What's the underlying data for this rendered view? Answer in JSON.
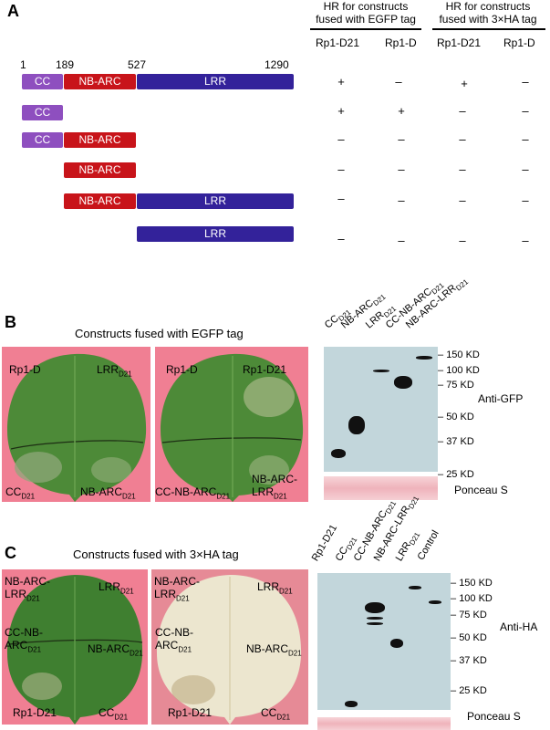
{
  "panelA": {
    "letter": "A",
    "header_egfp": "HR  for constructs fused with EGFP tag",
    "header_egfp_line1": "HR  for constructs",
    "header_egfp_line2": "fused with EGFP tag",
    "header_ha_line1": "HR  for constructs",
    "header_ha_line2": "fused with 3×HA tag",
    "columns": [
      "Rp1-D21",
      "Rp1-D",
      "Rp1-D21",
      "Rp1-D"
    ],
    "positions": [
      "1",
      "189",
      "527",
      "1290"
    ],
    "constructs": [
      {
        "domains": [
          "CC",
          "NB-ARC",
          "LRR"
        ],
        "results": [
          "+",
          "–",
          "+",
          "–"
        ]
      },
      {
        "domains": [
          "CC"
        ],
        "results": [
          "+",
          "+",
          "–",
          "–"
        ]
      },
      {
        "domains": [
          "CC",
          "NB-ARC"
        ],
        "results": [
          "–",
          "–",
          "–",
          "–"
        ]
      },
      {
        "domains": [
          "NB-ARC"
        ],
        "results": [
          "–",
          "–",
          "–",
          "–"
        ]
      },
      {
        "domains": [
          "NB-ARC",
          "LRR"
        ],
        "results": [
          "–",
          "–",
          "–",
          "–"
        ]
      },
      {
        "domains": [
          "LRR"
        ],
        "results": [
          "–",
          "–",
          "–",
          "–"
        ]
      }
    ]
  },
  "panelB": {
    "letter": "B",
    "title": "Constructs fused with EGFP tag",
    "leaf1": {
      "tl": "Rp1-D",
      "tr": "LRR",
      "tr_sub": "D21",
      "bl": "CC",
      "bl_sub": "D21",
      "br": "NB-ARC",
      "br_sub": "D21"
    },
    "leaf2": {
      "tl": "Rp1-D",
      "tr": "Rp1-D21",
      "bl": "CC-NB-ARC",
      "bl_sub": "D21",
      "br1": "NB-ARC-",
      "br2": "LRR",
      "br2_sub": "D21"
    },
    "lanes": [
      {
        "label": "CC",
        "sub": "D21"
      },
      {
        "label": "NB-ARC",
        "sub": "D21"
      },
      {
        "label": "LRR",
        "sub": "D21"
      },
      {
        "label": "CC-NB-ARC",
        "sub": "D21"
      },
      {
        "label": "NB-ARC-LRR",
        "sub": "D21"
      }
    ],
    "markers": [
      "150 KD",
      "100 KD",
      "75 KD",
      "50 KD",
      "37 KD",
      "25 KD"
    ],
    "antibody": "Anti-GFP",
    "loading": "Ponceau S"
  },
  "panelC": {
    "letter": "C",
    "title": "Constructs fused with 3×HA tag",
    "leaf1": {
      "tl1": "NB-ARC-",
      "tl2": "LRR",
      "tl2_sub": "D21",
      "tr": "LRR",
      "tr_sub": "D21",
      "ml1": "CC-NB-",
      "ml2": "ARC",
      "ml2_sub": "D21",
      "mr": "NB-ARC",
      "mr_sub": "D21",
      "bl": "Rp1-D21",
      "br": "CC",
      "br_sub": "D21"
    },
    "leaf2": {
      "tl1": "NB-ARC-",
      "tl2": "LRR",
      "tl2_sub": "D21",
      "tr": "LRR",
      "tr_sub": "D21",
      "ml1": "CC-NB-",
      "ml2": "ARC",
      "ml2_sub": "D21",
      "mr": "NB-ARC",
      "mr_sub": "D21",
      "bl": "Rp1-D21",
      "br": "CC",
      "br_sub": "D21"
    },
    "lanes": [
      {
        "label": "Rp1-D21",
        "sub": ""
      },
      {
        "label": "CC",
        "sub": "D21"
      },
      {
        "label": "CC-NB-ARC",
        "sub": "D21"
      },
      {
        "label": "NB-ARC-LRR",
        "sub": "D21"
      },
      {
        "label": "LRR",
        "sub": "D21"
      },
      {
        "label": "Control",
        "sub": ""
      }
    ],
    "markers": [
      "150 KD",
      "100 KD",
      "75 KD",
      "50 KD",
      "37 KD",
      "25 KD"
    ],
    "antibody": "Anti-HA",
    "loading": "Ponceau S"
  },
  "colors": {
    "cc": "#8e4fbf",
    "nbarc": "#c8141a",
    "lrr": "#33229a",
    "leaf": "#f07f93",
    "blot": "#c2d6db"
  }
}
